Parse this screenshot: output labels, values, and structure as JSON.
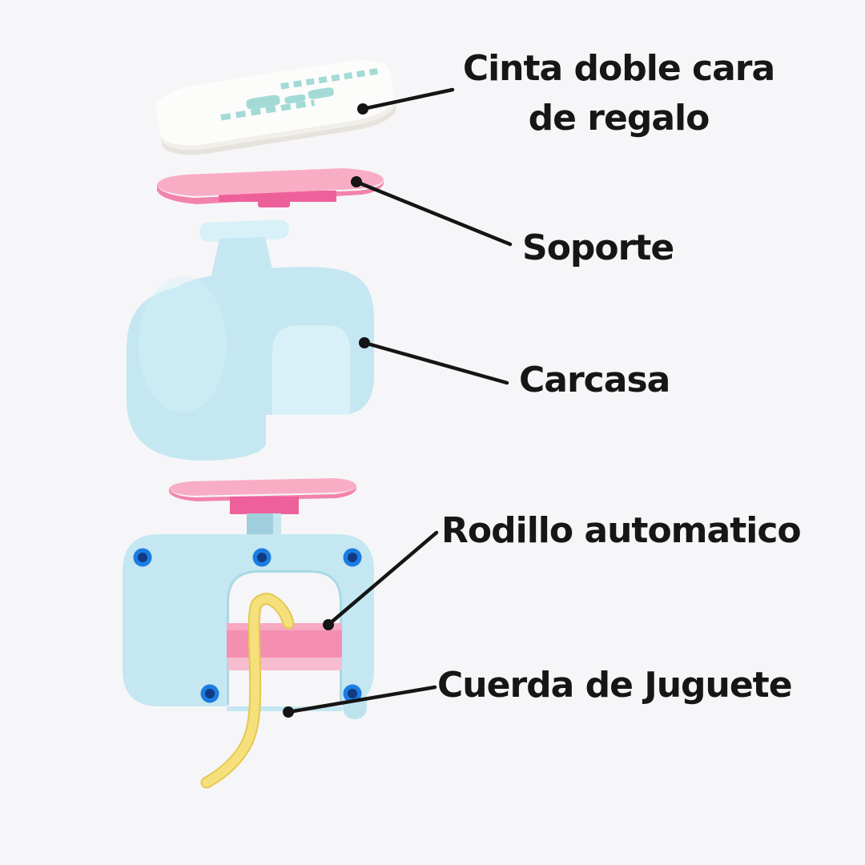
{
  "background": "#f6f6f8",
  "colors": {
    "background": "#f6f6f8",
    "line": "#151515",
    "text": "#161616",
    "pad_top": "#fcfcfb",
    "pad_mid": "#f1efeb",
    "pad_side": "#e6e2dc",
    "print_teal": "#8ed2cd",
    "pink_light": "#f9adc5",
    "pink_mid": "#f283ab",
    "pink_deep": "#ee6099",
    "roller_pink": "#f48fb1",
    "roller_hi": "#f7a8c2",
    "roller_strip": "#f8bccf",
    "blue_light": "#c4e7f2",
    "blue_lighter": "#d8f1f9",
    "blue_stem": "#9fcfdd",
    "blue_stem_hi": "#c6e6ef",
    "blue_shade": "#a9d8e6",
    "blue_nub": "#bfe3ee",
    "screw_ring": "#1b7ce2",
    "screw_core": "#113a80",
    "rope_yellow": "#f6e07c",
    "rope_shadow": "#e3c94f"
  },
  "diagram": {
    "type": "exploded-product-diagram",
    "parts": [
      {
        "name": "tape-pad",
        "label": "Cinta doble cara",
        "label_line2": "de regalo",
        "print": "illegible-teal-marks"
      },
      {
        "name": "support-plate",
        "label": "Soporte"
      },
      {
        "name": "housing",
        "label": "Carcasa"
      },
      {
        "name": "roller-unit",
        "label": "Rodillo automatico"
      },
      {
        "name": "toy-rope",
        "label": "Cuerda de Juguete"
      }
    ]
  }
}
